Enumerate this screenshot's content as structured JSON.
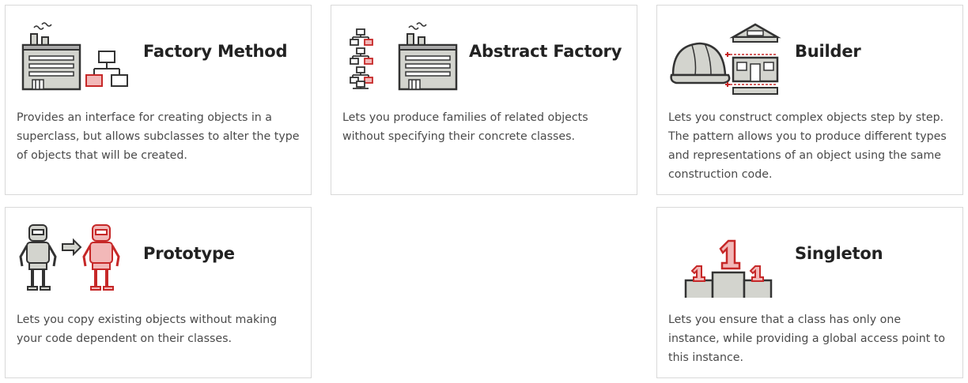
{
  "cards": [
    {
      "title": "Factory Method",
      "icon": "factory-method-icon",
      "description": "Provides an interface for creating objects in a superclass, but allows subclasses to alter the type of objects that will be created."
    },
    {
      "title": "Abstract Factory",
      "icon": "abstract-factory-icon",
      "description": "Lets you produce families of related objects without specifying their concrete classes."
    },
    {
      "title": "Builder",
      "icon": "builder-icon",
      "description": "Lets you construct complex objects step by step. The pattern allows you to produce different types and representations of an object using the same construction code."
    },
    {
      "title": "Prototype",
      "icon": "prototype-icon",
      "description": "Lets you copy existing objects without making your code dependent on their classes."
    },
    {
      "title": "Singleton",
      "icon": "singleton-icon",
      "description": "Lets you ensure that a class has only one instance, while providing a global access point to this instance."
    }
  ],
  "colors": {
    "accent_red": "#c62828",
    "light_red": "#f2b8b8",
    "gray_fill": "#d3d4ce",
    "line": "#3a3a3a",
    "border": "#d9d9d9"
  }
}
